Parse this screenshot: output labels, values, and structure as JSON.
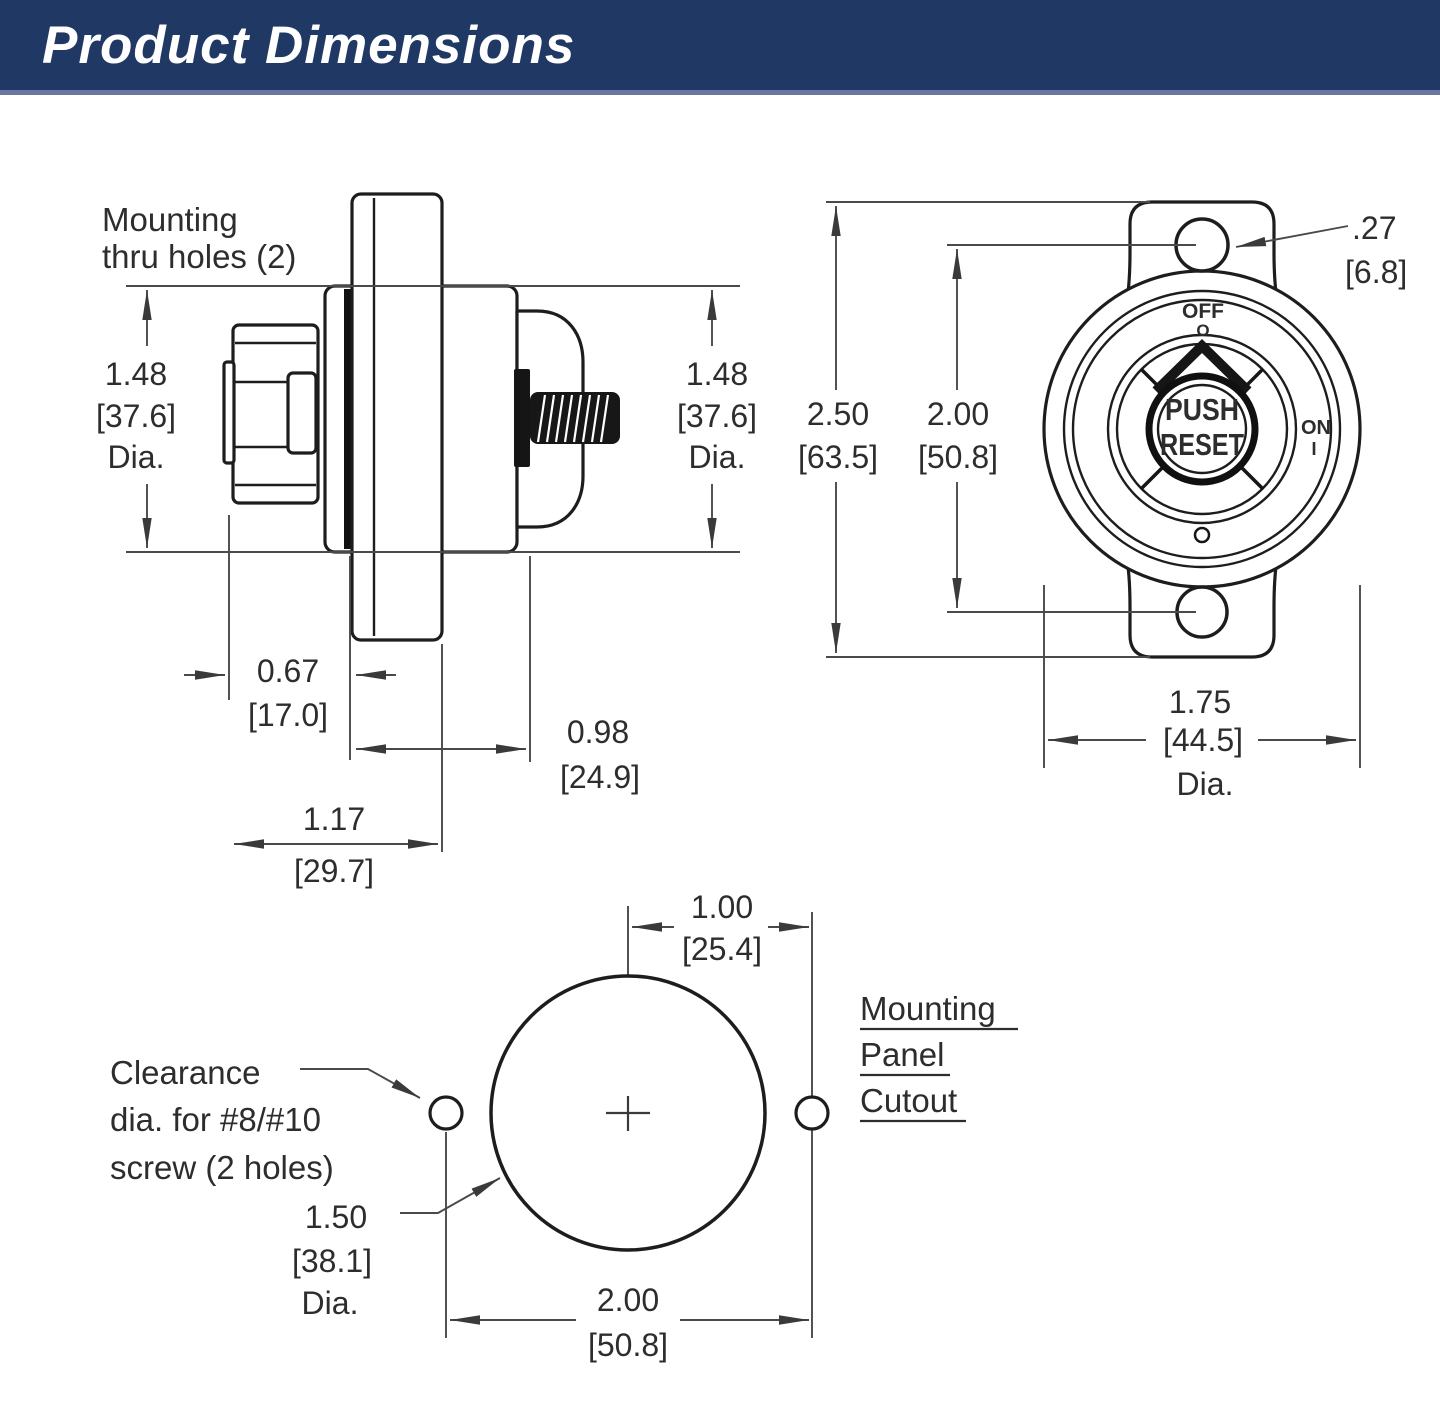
{
  "header": {
    "title": "Product Dimensions"
  },
  "colors": {
    "header_bg": "#1f3864",
    "header_accent": "#6a77a3",
    "line": "#1d1d1d"
  },
  "side_view": {
    "mounting_note": {
      "line1": "Mounting",
      "line2": "thru holes (2)"
    },
    "dia_left": {
      "value": "1.48",
      "mm": "[37.6]",
      "suffix": "Dia."
    },
    "dia_right": {
      "value": "1.48",
      "mm": "[37.6]",
      "suffix": "Dia."
    },
    "dim_button": {
      "value": "0.67",
      "mm": "[17.0]"
    },
    "dim_body": {
      "value": "0.98",
      "mm": "[24.9]"
    },
    "dim_overall": {
      "value": "1.17",
      "mm": "[29.7]"
    }
  },
  "front_view": {
    "labels": {
      "off": "OFF",
      "off_symbol": "O",
      "on": "ON",
      "on_symbol": "I",
      "push": "PUSH",
      "reset": "RESET"
    },
    "dim_height": {
      "value": "2.50",
      "mm": "[63.5]"
    },
    "dim_holes": {
      "value": "2.00",
      "mm": "[50.8]"
    },
    "dim_hole_dia": {
      "value": ".27",
      "mm": "[6.8]"
    },
    "dim_body_dia": {
      "value": "1.75",
      "mm": "[44.5]",
      "suffix": "Dia."
    }
  },
  "cutout_view": {
    "clearance_note": {
      "line1": "Clearance",
      "line2": "dia. for #8/#10",
      "line3": "screw (2 holes)"
    },
    "panel_label": {
      "line1": "Mounting",
      "line2": "Panel",
      "line3": "Cutout"
    },
    "dim_offset": {
      "value": "1.00",
      "mm": "[25.4]"
    },
    "dim_cutout_dia": {
      "value": "1.50",
      "mm": "[38.1]",
      "suffix": "Dia."
    },
    "dim_span": {
      "value": "2.00",
      "mm": "[50.8]"
    }
  }
}
